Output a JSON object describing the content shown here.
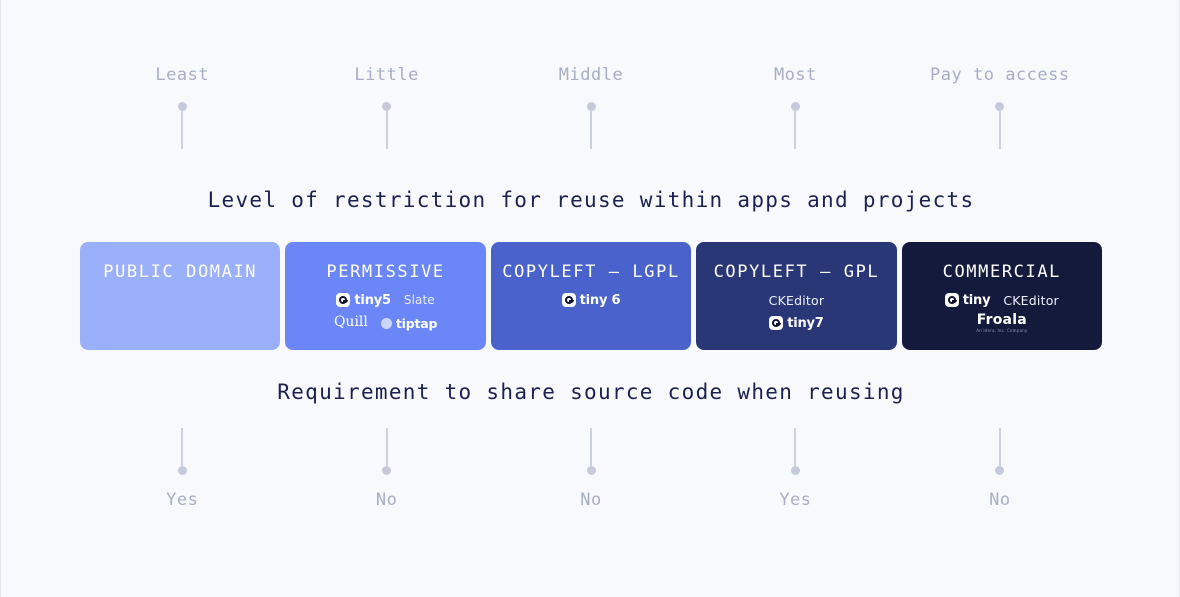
{
  "colors": {
    "background": "#f8f9fc",
    "heading_text": "#1b2150",
    "scale_text": "#a8afc4",
    "pin": "#c5cadb"
  },
  "top_scale": {
    "ticks": [
      {
        "label": "Least"
      },
      {
        "label": "Little"
      },
      {
        "label": "Middle"
      },
      {
        "label": "Most"
      },
      {
        "label": "Pay to access"
      }
    ]
  },
  "headings": {
    "top": "Level of restriction for reuse within apps and projects",
    "bottom": "Requirement to share source code when reusing"
  },
  "chart_data": {
    "type": "table",
    "title": "Level of restriction for reuse within apps and projects",
    "subtitle": "Requirement to share source code when reusing",
    "categories": [
      "PUBLIC DOMAIN",
      "PERMISSIVE",
      "COPYLEFT — LGPL",
      "COPYLEFT — GPL",
      "COMMERCIAL"
    ],
    "restriction_level": [
      "Least",
      "Little",
      "Middle",
      "Most",
      "Pay to access"
    ],
    "share_source_required": [
      "Yes",
      "No",
      "No",
      "Yes",
      "No"
    ],
    "colors": [
      "#9bb0fb",
      "#6a86f7",
      "#4a63cc",
      "#2a3777",
      "#141a3c"
    ],
    "products": [
      [],
      [
        "tiny5",
        "Slate",
        "Quill",
        "tiptap"
      ],
      [
        "tiny 6"
      ],
      [
        "CKEditor",
        "tiny7"
      ],
      [
        "tiny",
        "CKEditor",
        "Froala"
      ]
    ]
  },
  "bars": [
    {
      "title": "PUBLIC DOMAIN",
      "color": "#9bb0fb",
      "rows": []
    },
    {
      "title": "PERMISSIVE",
      "color": "#6a86f7",
      "rows": [
        {
          "items": [
            {
              "kind": "tiny",
              "label": "tiny5"
            },
            {
              "kind": "plain",
              "label": "Slate"
            }
          ]
        },
        {
          "items": [
            {
              "kind": "quill",
              "label": "Quill"
            },
            {
              "kind": "tiptap",
              "label": "tiptap"
            }
          ]
        }
      ]
    },
    {
      "title": "COPYLEFT — LGPL",
      "color": "#4a63cc",
      "rows": [
        {
          "items": [
            {
              "kind": "tiny",
              "label": "tiny 6"
            }
          ]
        }
      ]
    },
    {
      "title": "COPYLEFT — GPL",
      "color": "#2a3777",
      "rows": [
        {
          "items": [
            {
              "kind": "ck",
              "label": "CKEditor"
            }
          ]
        },
        {
          "items": [
            {
              "kind": "tiny",
              "label": "tiny7"
            }
          ]
        }
      ]
    },
    {
      "title": "COMMERCIAL",
      "color": "#141a3c",
      "rows": [
        {
          "items": [
            {
              "kind": "tiny",
              "label": "tiny"
            },
            {
              "kind": "ck",
              "label": "CKEditor"
            }
          ]
        },
        {
          "items": [
            {
              "kind": "froala",
              "label": "Froala",
              "sub": "An Idera, Inc. Company"
            }
          ]
        }
      ]
    }
  ],
  "bottom_scale": {
    "ticks": [
      {
        "label": "Yes"
      },
      {
        "label": "No"
      },
      {
        "label": "No"
      },
      {
        "label": "Yes"
      },
      {
        "label": "No"
      }
    ]
  }
}
